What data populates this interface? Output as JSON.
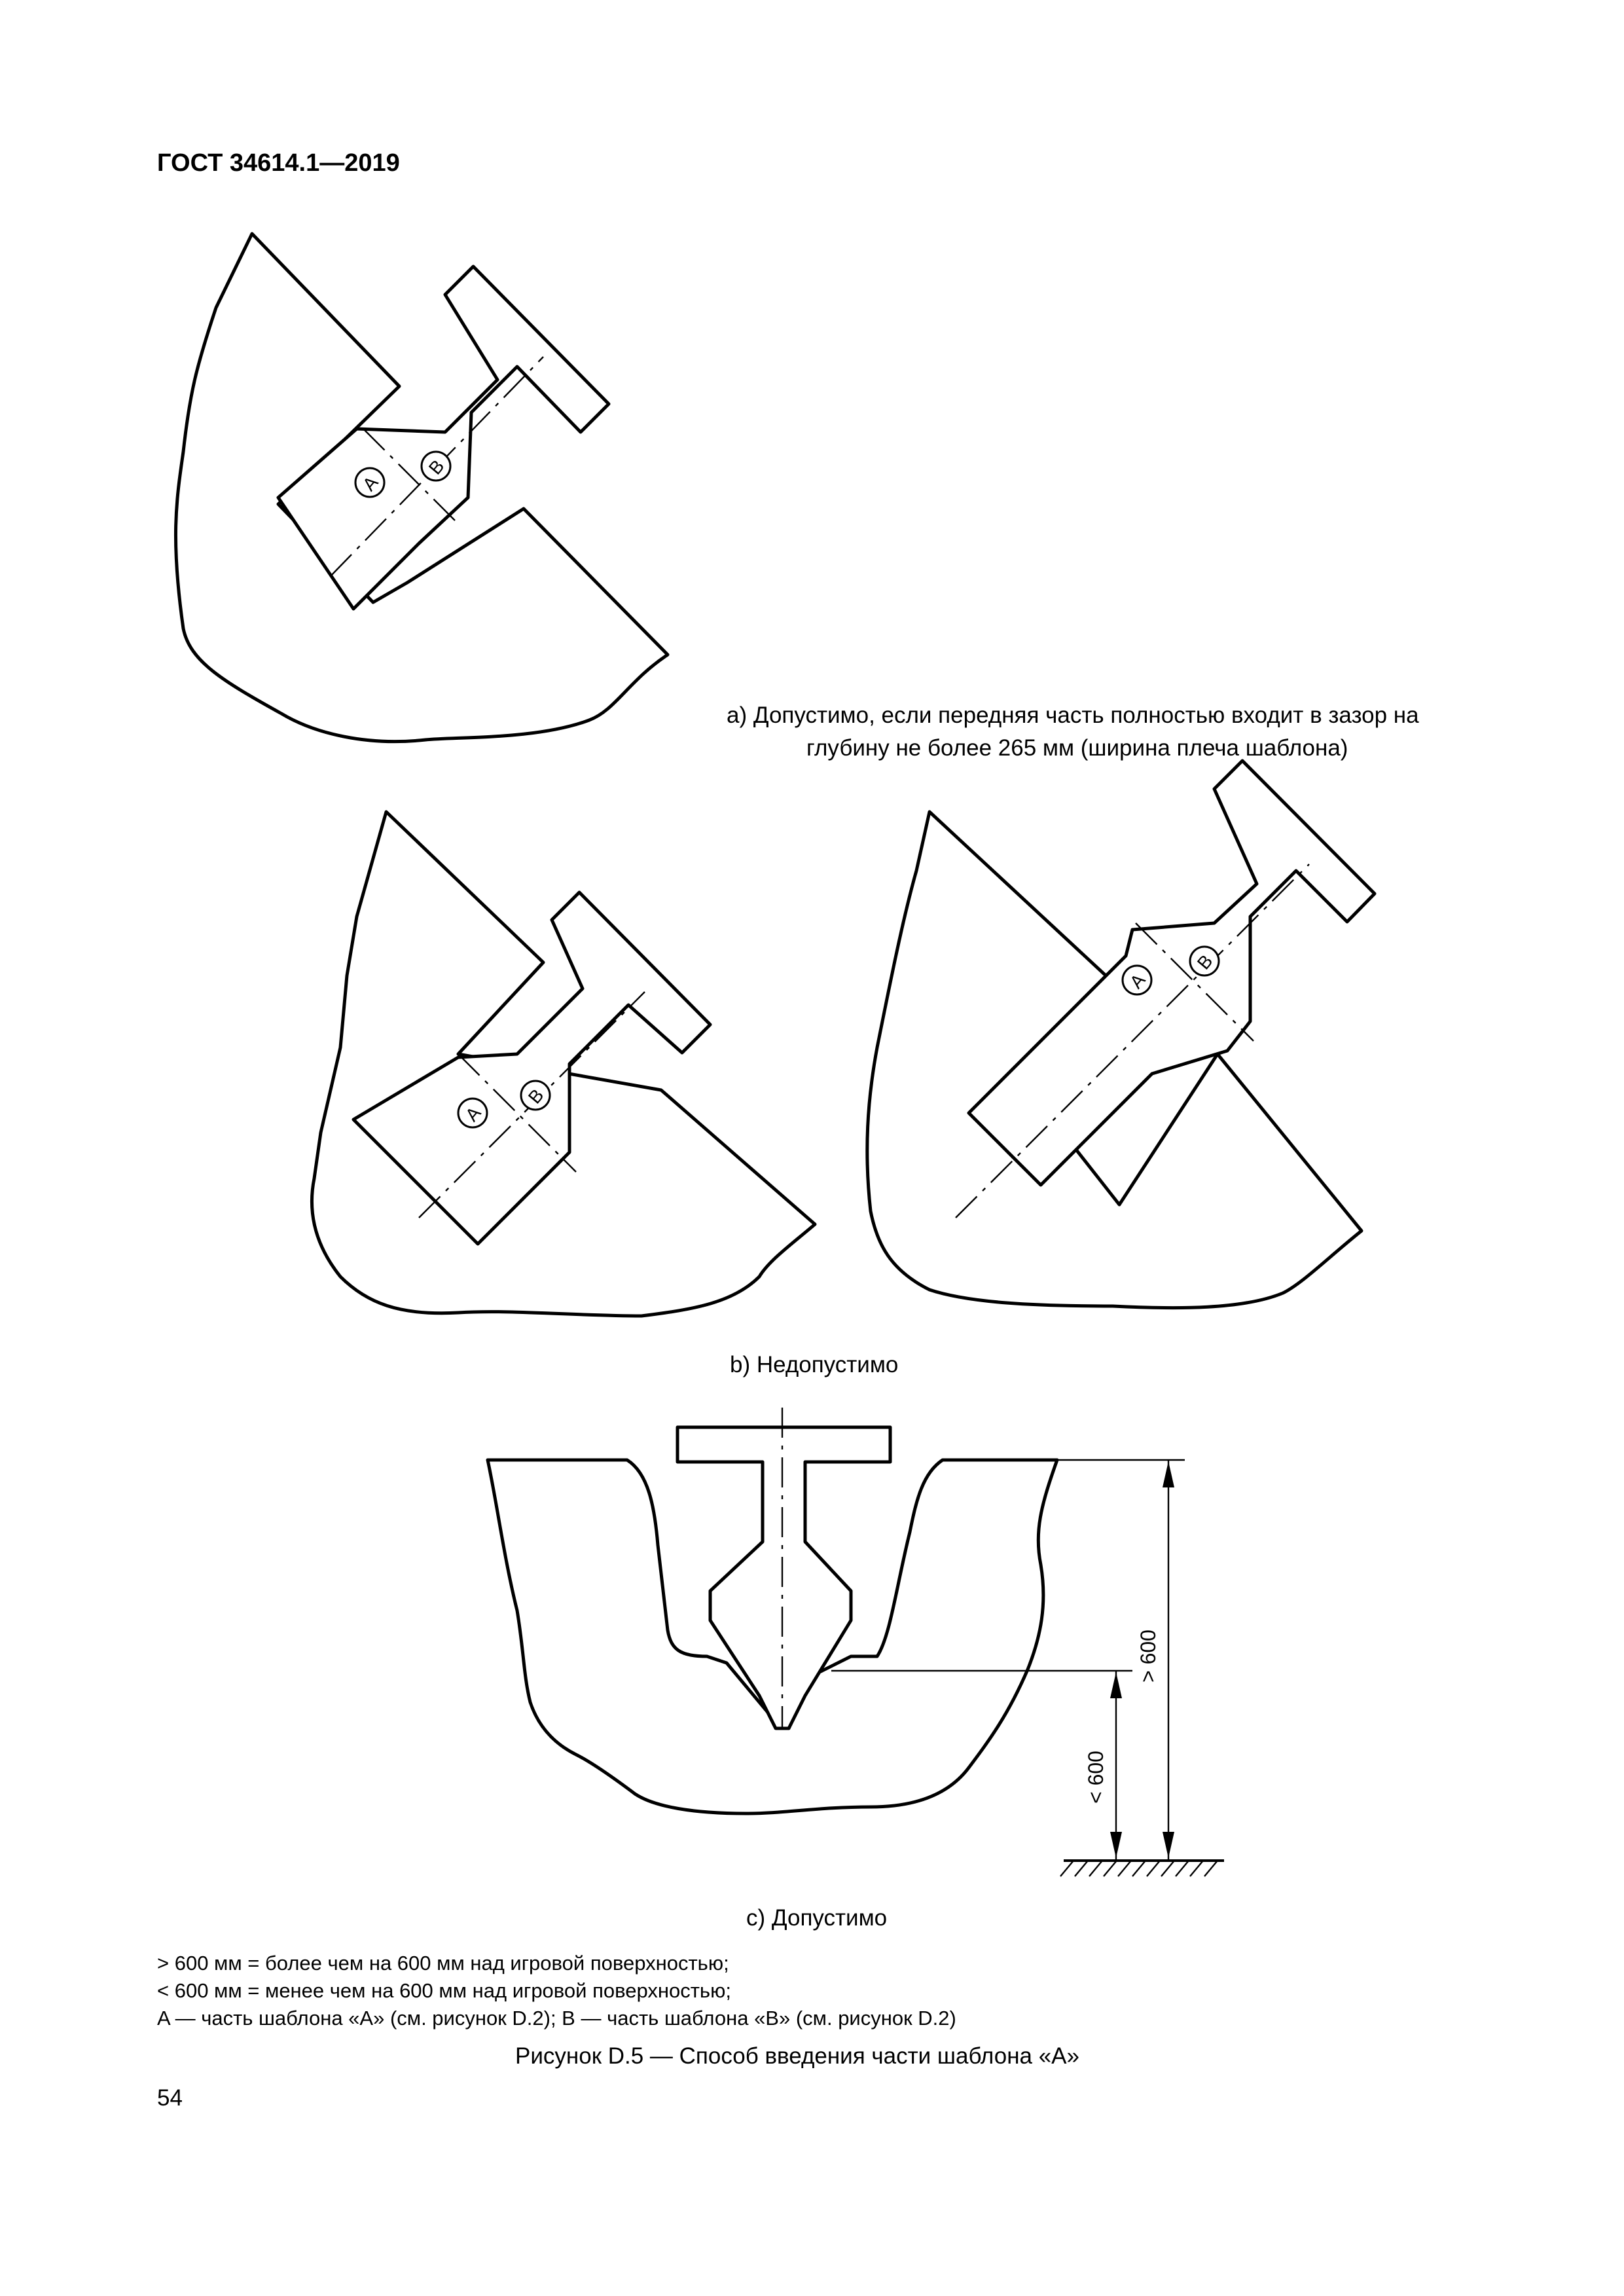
{
  "header": {
    "doc_id": "ГОСТ 34614.1—2019"
  },
  "figure": {
    "sub_a": "a) Допустимо, если передняя часть полностью входит в зазор на глубину не более 265 мм (ширина плеча шаблона)",
    "sub_a_line1": "a) Допустимо, если передняя часть полностью входит в зазор на",
    "sub_a_line2": "глубину не более 265 мм (ширина плеча шаблона)",
    "sub_b": "b) Недопустимо",
    "sub_c": "c) Допустимо",
    "label_a": "A",
    "label_b": "B",
    "dim_gt": "> 600",
    "dim_lt": "< 600",
    "caption": "Рисунок D.5 — Способ введения части шаблона «A»"
  },
  "notes": [
    "> 600 мм = более чем на 600 мм над игровой поверхностью;",
    "< 600 мм = менее чем на 600 мм над игровой поверхностью;",
    "A — часть шаблона «A» (см. рисунок D.2); B — часть шаблона «B» (см. рисунок D.2)"
  ],
  "footer": {
    "page_number": "54"
  }
}
